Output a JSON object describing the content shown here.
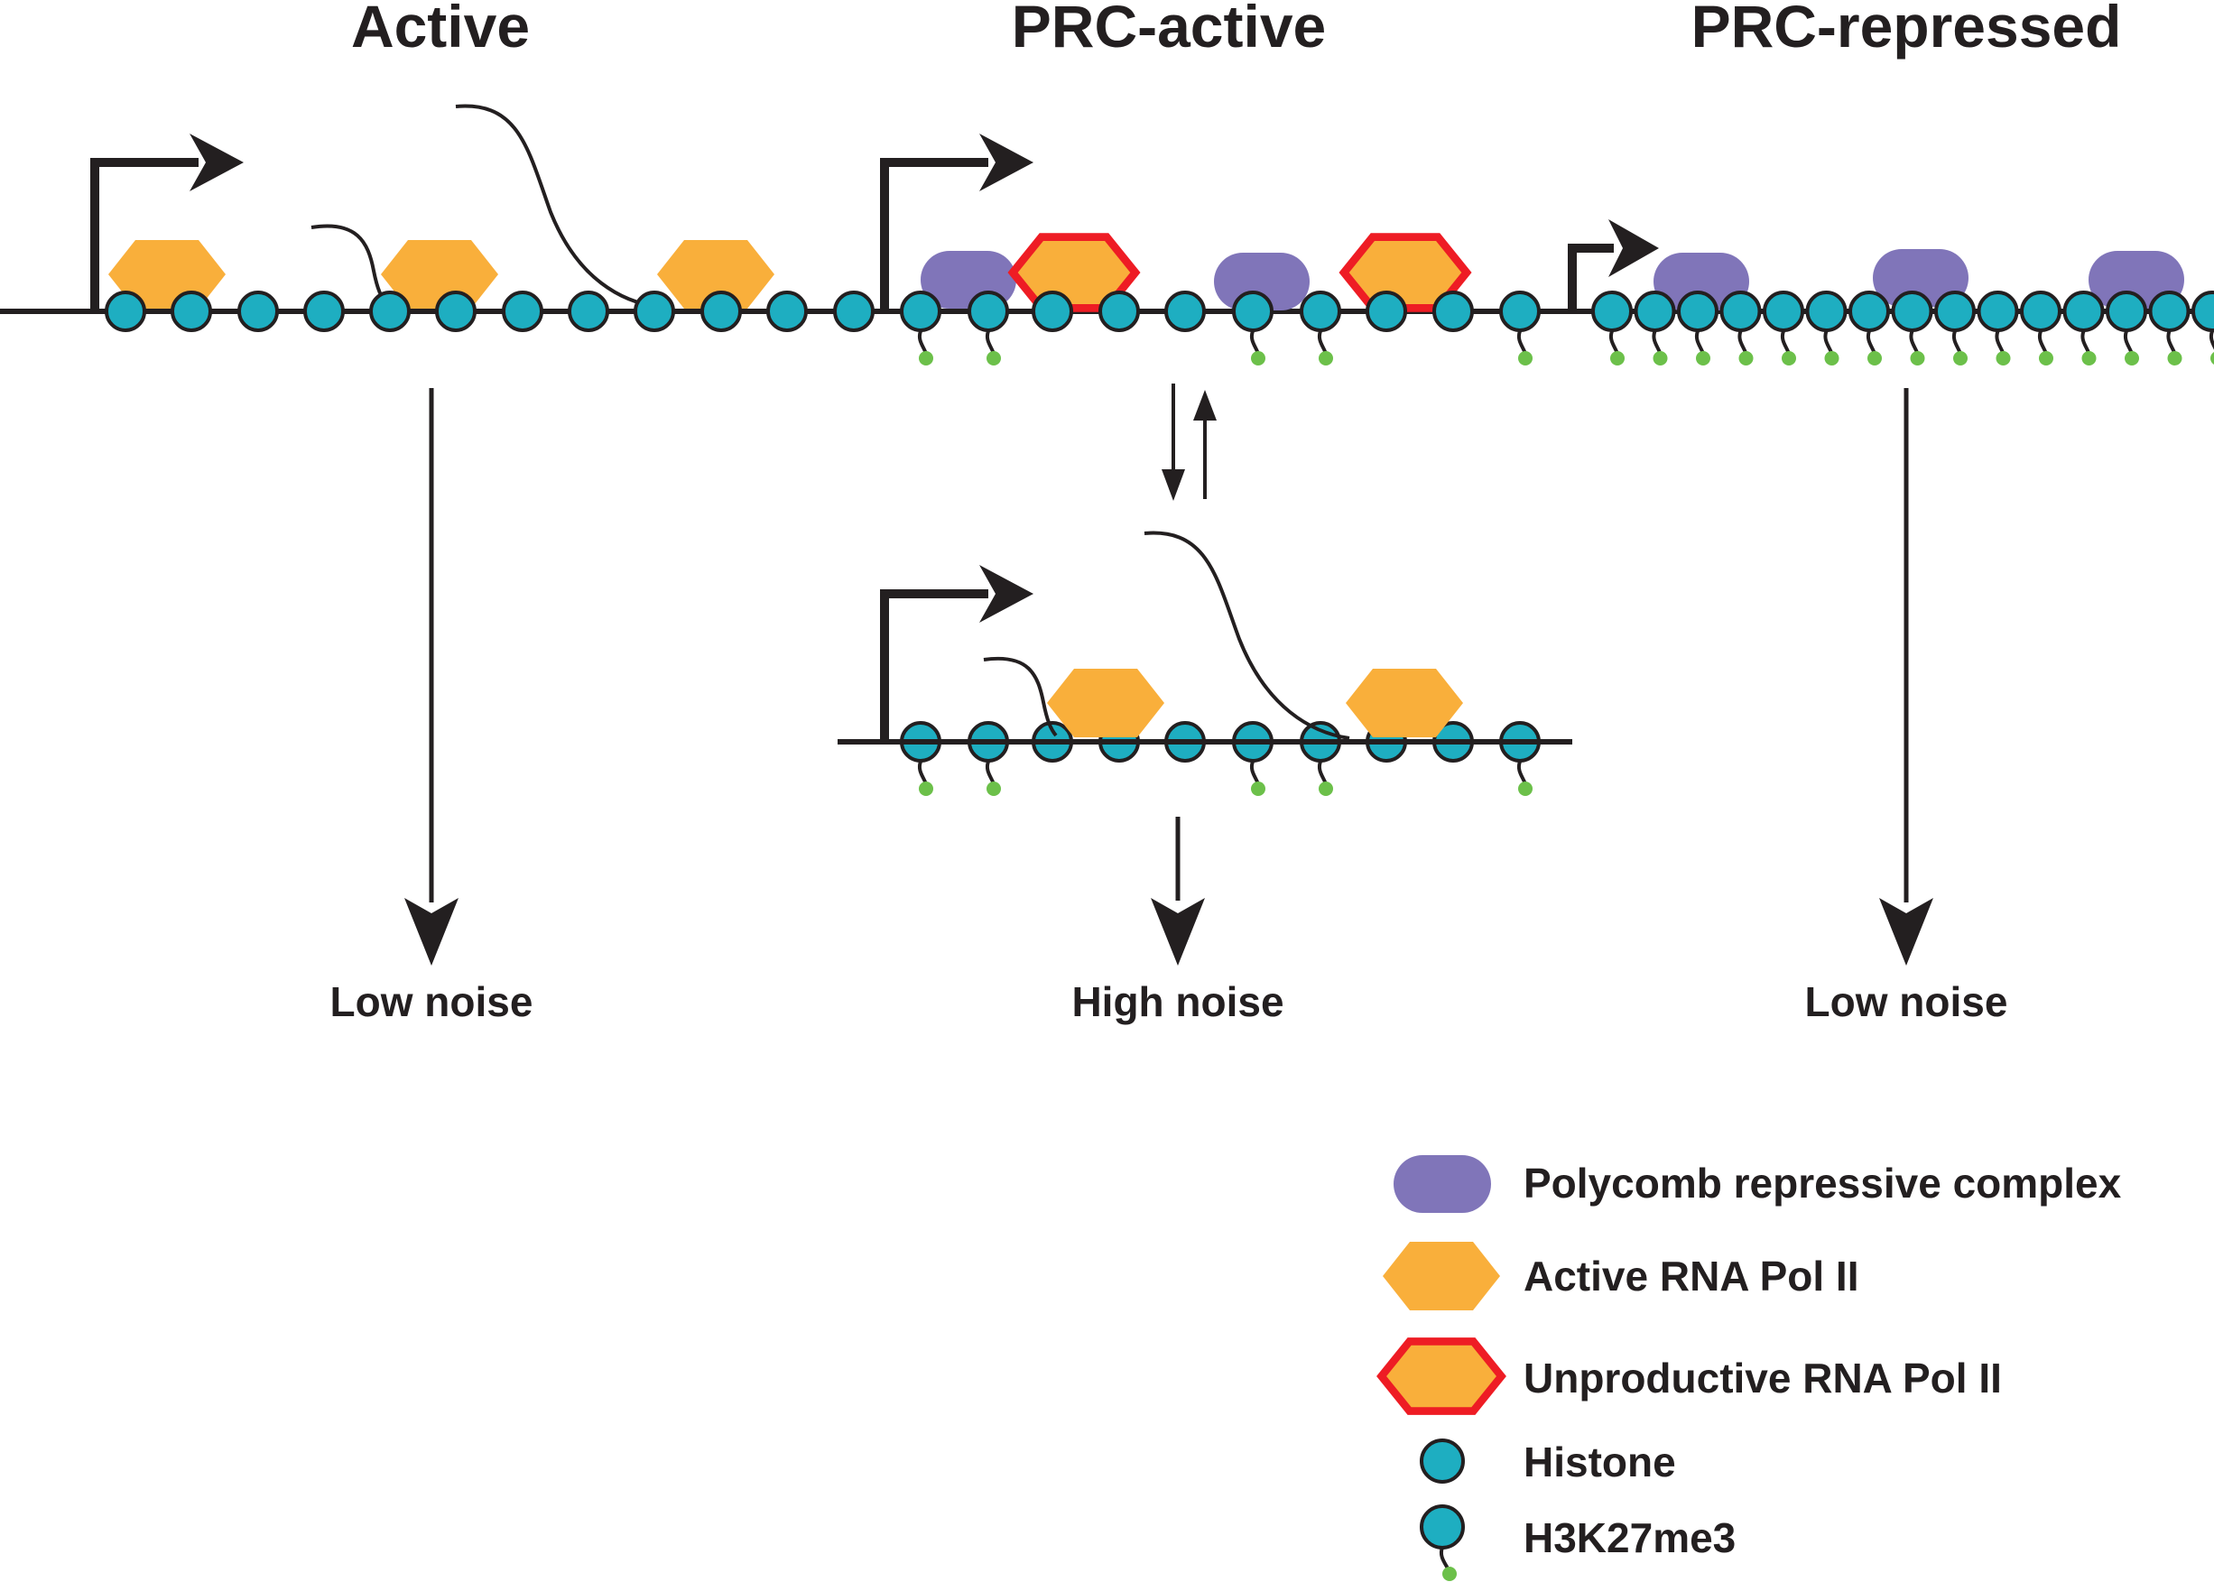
{
  "panels": {
    "active": {
      "title": "Active",
      "outcome": "Low noise"
    },
    "prc_active": {
      "title": "PRC-active",
      "outcome": "High noise"
    },
    "prc_repressed": {
      "title": "PRC-repressed",
      "outcome": "Low noise"
    }
  },
  "legend": [
    {
      "label": "Polycomb repressive complex",
      "icon": "polycomb-complex-icon"
    },
    {
      "label": "Active RNA Pol II",
      "icon": "active-pol2-icon"
    },
    {
      "label": "Unproductive RNA Pol II",
      "icon": "unproductive-pol2-icon"
    },
    {
      "label": "Histone",
      "icon": "histone-icon"
    },
    {
      "label": "H3K27me3",
      "icon": "h3k27me3-icon"
    }
  ],
  "colors": {
    "histone": "#1eaec1",
    "pol2": "#f9af3b",
    "unproductive_outline": "#ee1c24",
    "prc": "#8075b9",
    "mark": "#6cc04a",
    "line": "#231f20"
  }
}
